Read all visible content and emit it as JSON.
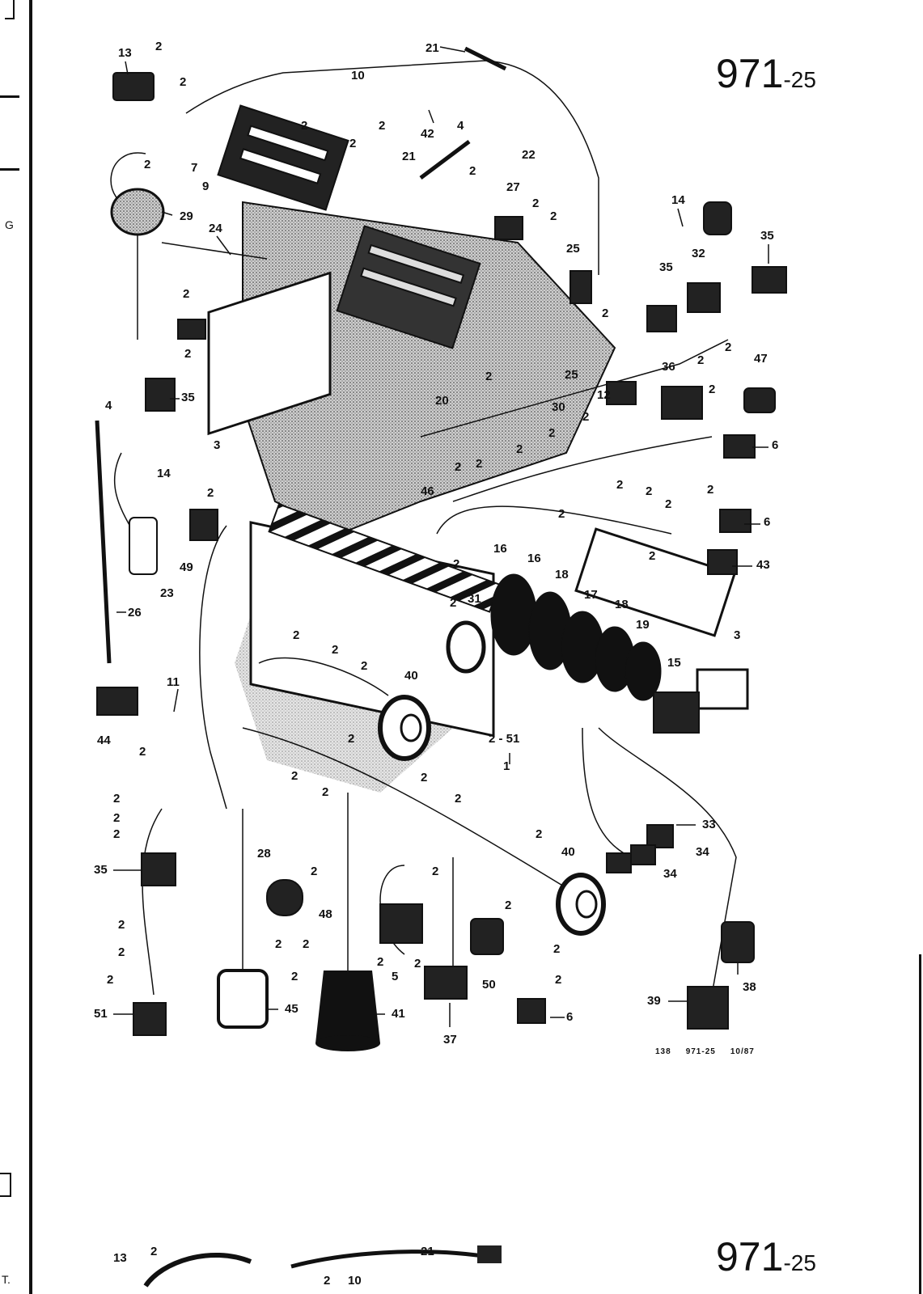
{
  "sheet": {
    "number": "971",
    "suffix": "-25"
  },
  "margin_marks": {
    "left_g": "G",
    "bottom_left": "T."
  },
  "footer": {
    "code_a": "138",
    "code_b": "971-25",
    "code_c": "10/87"
  },
  "callouts": {
    "c13": "13",
    "c2": "2",
    "c21": "21",
    "c10": "10",
    "c42": "42",
    "c4": "4",
    "c22": "22",
    "c7": "7",
    "c9": "9",
    "c29": "29",
    "c24": "24",
    "c27": "27",
    "c14": "14",
    "c25": "25",
    "c32": "32",
    "c35": "35",
    "c3": "3",
    "c20": "20",
    "c30": "30",
    "c12": "12",
    "c36": "36",
    "c47": "47",
    "c6": "6",
    "c49": "49",
    "c23": "23",
    "c26": "26",
    "c16": "16",
    "c18": "18",
    "c17": "17",
    "c19": "19",
    "c31": "31",
    "c43": "43",
    "c15": "15",
    "c11": "11",
    "c44": "44",
    "c40": "40",
    "c251": "2 - 51",
    "c1": "1",
    "c33": "33",
    "c34": "34",
    "c38": "38",
    "c39": "39",
    "c37": "37",
    "c41": "41",
    "c45": "45",
    "c51": "51",
    "c50": "50",
    "c46": "46",
    "c48": "48",
    "c5": "5",
    "c28": "28"
  }
}
